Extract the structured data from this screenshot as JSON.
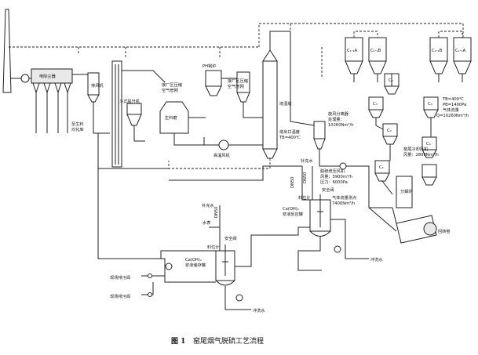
{
  "caption": {
    "number": "图 1",
    "title": "窑尾烟气脱硫工艺流程"
  },
  "labels": {
    "electrostatic_precipitator": "电除尘器",
    "fan_left": "排风机",
    "raw_mill_to": "至生料",
    "to_homogenizing": "均化库",
    "bucket_elevator": "斗式提升机",
    "raw_mill": "生料磨",
    "plant_compressed_air_1": "接厂区压缩",
    "plant_compressed_air_1b": "空气管网",
    "pb_boiler": "PH锅炉",
    "plant_compressed_air_2": "接厂区压缩",
    "plant_compressed_air_2b": "空气管网",
    "humidifying_tower": "增湿塔",
    "tower_temp": "塔出口温度",
    "tower_temp_val": "TB=400℃",
    "hot_fan": "高温风机",
    "cyclone_1": "旋风分离器",
    "cyclone_2": "处理量：",
    "cyclone_3": "10260Nm³/h",
    "c1_1a": "C₁-₁A",
    "c1_1b": "C₁-₁B",
    "c2_1b": "C₁-₁B",
    "c1_1a_r": "C₁-₁A",
    "c2": "C₂",
    "c3_left": "C₃",
    "c3_right": "C₃",
    "c4_left": "C₄",
    "c4_right": "C₄",
    "c5": "C₅",
    "outlet_temp": "TB=400℃",
    "outlet_pb": "PB=1400Pa",
    "outlet_flow": "气体流量",
    "outlet_flow_val": "Q=10260Nm³/h",
    "booster_fan": "脱硫增压风机",
    "booster_flow": "风量：5900m³/h",
    "booster_press": "压力：6000Pa",
    "cooling_fan": "窑尾冷却风机",
    "cooling_fan_flow": "风量：2800Nm³/h",
    "gas_measure": "气体流量测点",
    "gas_measure_val": "7400Nm³/h",
    "fill_water_r": "补充水",
    "dn50_a": "DN50",
    "dn50_b": "DN50",
    "dn50_c": "DN50",
    "safety_valve_r": "安全阀",
    "level_gauge_r": "料位计",
    "caoh2_reactor_1": "Ca(OH)₂",
    "caoh2_reactor_2": "浆液反应罐",
    "fill_water_l": "补充水",
    "water_meter": "水表",
    "safety_valve_l": "安全阀",
    "level_gauge_l": "料位计",
    "caoh2_tank_1": "Ca(OH)₂",
    "caoh2_tank_2": "浆液储存罐",
    "rinse_water_r": "冲洗水",
    "rinse_water_b": "冲洗水",
    "drain_1": "现场排污阀",
    "drain_2": "现场排污阀",
    "rotary_kiln": "回转窑",
    "decomposition": "分解炉"
  }
}
